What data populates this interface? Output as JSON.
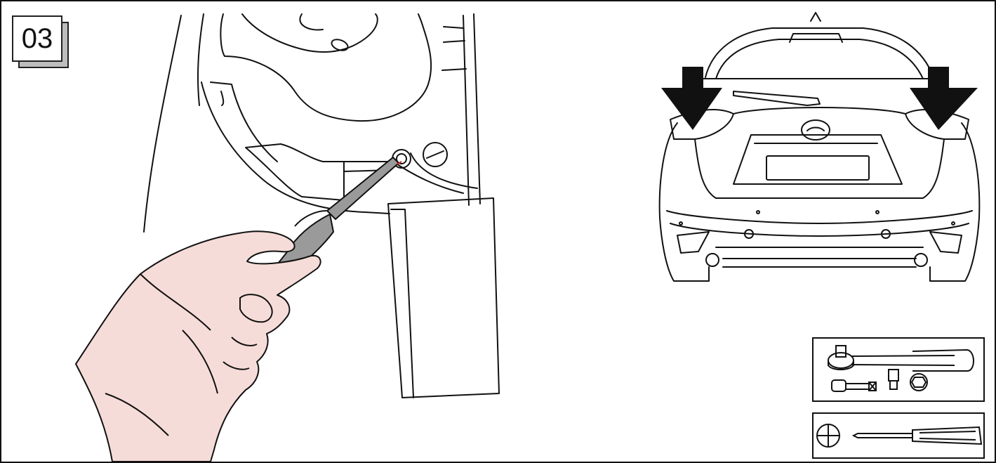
{
  "step": {
    "number": "03"
  },
  "illustration": {
    "main": "hand-with-screwdriver-removing-bolt",
    "inset": "vehicle-rear-view-with-arrows"
  },
  "tools": {
    "top_panel": [
      "ratchet-icon",
      "extension-bar-icon",
      "socket-icon",
      "hex-socket-icon"
    ],
    "bottom_panel": [
      "phillips-screwdriver-icon"
    ]
  },
  "colors": {
    "line": "#111111",
    "skin": "#f6dcd8",
    "tool_grey": "#9a9a9a",
    "badge_shadow": "#bdbdbd",
    "accent": "#d42020"
  }
}
